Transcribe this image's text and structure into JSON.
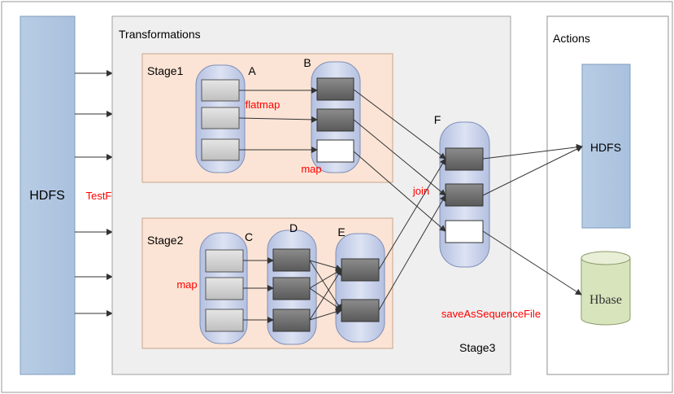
{
  "source": {
    "label": "HDFS",
    "file_label": "TestFile"
  },
  "transformations": {
    "title": "Transformations",
    "stage1": {
      "label": "Stage1"
    },
    "stage2": {
      "label": "Stage2"
    },
    "stage3": {
      "label": "Stage3"
    },
    "rdd_labels": {
      "a": "A",
      "b": "B",
      "c": "C",
      "d": "D",
      "e": "E",
      "f": "F"
    },
    "ops": {
      "flatmap": "flatmap",
      "map1": "map",
      "map2": "map",
      "join": "join",
      "save": "saveAsSequenceFile"
    }
  },
  "actions": {
    "title": "Actions",
    "hdfs": "HDFS",
    "hbase": "Hbase"
  },
  "colors": {
    "hdfs_fill": "#b8cce4",
    "stage_fill": "#fbe4d5",
    "rdd_fill": "#c9d3ea",
    "partition_light": "#d9d9d9",
    "partition_dark": "#7f7f7f",
    "hbase_fill": "#d8e4bc",
    "op_text": "#ff0000"
  }
}
